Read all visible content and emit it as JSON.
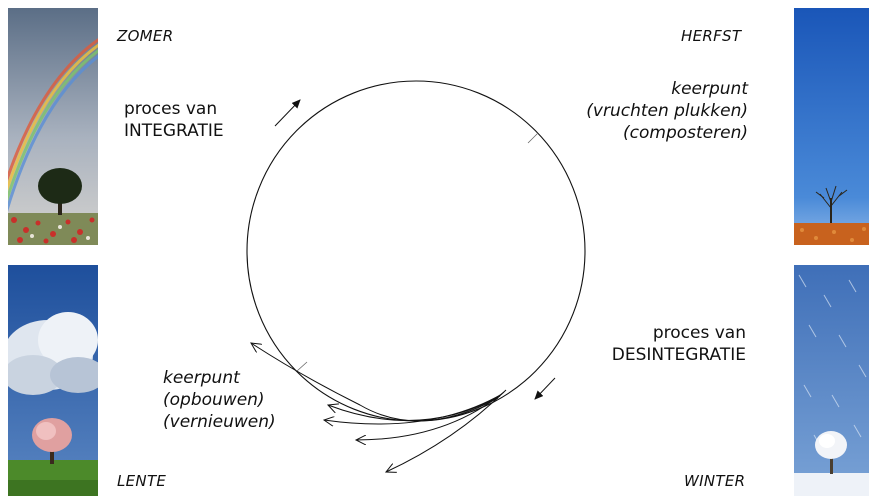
{
  "seasons": {
    "summer": "ZOMER",
    "autumn": "HERFST",
    "spring": "LENTE",
    "winter": "WINTER"
  },
  "integration": {
    "line1": "proces van",
    "line2": "INTEGRATIE"
  },
  "disintegration": {
    "line1": "proces van",
    "line2": "DESINTEGRATIE"
  },
  "turning_point_autumn": {
    "line1": "keerpunt",
    "line2": "(vruchten plukken)",
    "line3": "(composteren)"
  },
  "turning_point_spring": {
    "line1": "keerpunt",
    "line2": "(opbouwen)",
    "line3": "(vernieuwen)"
  },
  "photos": {
    "summer": "rainbow-tree-photo",
    "autumn": "bare-tree-autumn-photo",
    "spring": "blossom-tree-photo",
    "winter": "snow-tree-photo"
  },
  "colors": {
    "line": "#111111"
  }
}
